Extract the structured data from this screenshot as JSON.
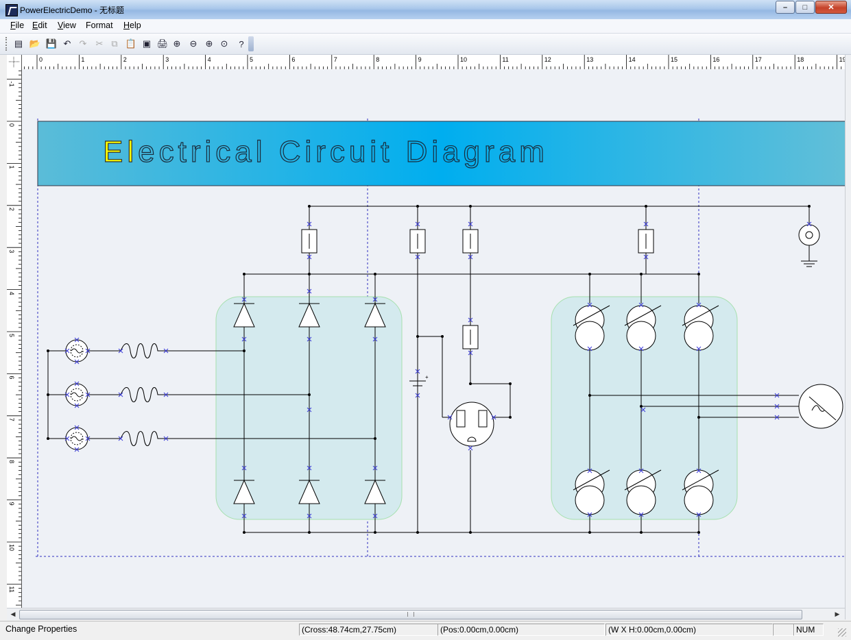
{
  "window": {
    "title": "PowerElectricDemo - 无标题",
    "buttons": {
      "minimize": "–",
      "maximize": "□",
      "close": "✕"
    }
  },
  "menu": [
    {
      "label": "File",
      "key": "F",
      "rest": "ile"
    },
    {
      "label": "Edit",
      "key": "E",
      "rest": "dit"
    },
    {
      "label": "View",
      "key": "V",
      "rest": "iew"
    },
    {
      "label": "Format",
      "key": "",
      "rest": "Format"
    },
    {
      "label": "Help",
      "key": "H",
      "rest": "elp"
    }
  ],
  "toolbar": [
    {
      "name": "new-icon",
      "glyph": "▤",
      "enabled": true
    },
    {
      "name": "open-icon",
      "glyph": "📂",
      "enabled": true
    },
    {
      "name": "save-icon",
      "glyph": "💾",
      "enabled": true
    },
    {
      "name": "undo-icon",
      "glyph": "↶",
      "enabled": true
    },
    {
      "name": "redo-icon",
      "glyph": "↷",
      "enabled": false
    },
    {
      "name": "cut-icon",
      "glyph": "✂",
      "enabled": false
    },
    {
      "name": "copy-icon",
      "glyph": "⧉",
      "enabled": false
    },
    {
      "name": "paste-icon",
      "glyph": "📋",
      "enabled": true
    },
    {
      "name": "paste-special-icon",
      "glyph": "▣",
      "enabled": true
    },
    {
      "name": "print-icon",
      "glyph": "🖨",
      "enabled": true
    },
    {
      "name": "zoom-in-icon",
      "glyph": "⊕",
      "enabled": true
    },
    {
      "name": "zoom-out-icon",
      "glyph": "⊖",
      "enabled": true
    },
    {
      "name": "zoom-fit-icon",
      "glyph": "⊕",
      "enabled": true
    },
    {
      "name": "zoom-actual-icon",
      "glyph": "⊙",
      "enabled": true
    },
    {
      "name": "help-icon",
      "glyph": "?",
      "enabled": true
    }
  ],
  "ruler": {
    "h_labels": [
      "0",
      "1",
      "2",
      "3",
      "4",
      "5",
      "6",
      "7",
      "8",
      "9",
      "10",
      "11",
      "12",
      "13",
      "14",
      "15",
      "16",
      "17",
      "18",
      "19"
    ],
    "v_labels": [
      "-1",
      "0",
      "1",
      "2",
      "3",
      "4",
      "5",
      "6",
      "7",
      "8",
      "9",
      "10",
      "11"
    ]
  },
  "diagram": {
    "banner_title": "Electrical Circuit Diagram",
    "banner_highlight": "El",
    "banner_rest": "ectrical  Circuit  Diagram",
    "colors": {
      "banner": "#00aeef",
      "group_fill": "#d4eaee",
      "group_border": "#9fe0a8",
      "wire": "#000000",
      "port": "#3a3ad8",
      "page_guide": "#3030c0"
    }
  },
  "status": {
    "message": "Change Properties",
    "cross": "(Cross:48.74cm,27.75cm)",
    "pos": "(Pos:0.00cm,0.00cm)",
    "size": "(W X H:0.00cm,0.00cm)",
    "num": "NUM"
  }
}
